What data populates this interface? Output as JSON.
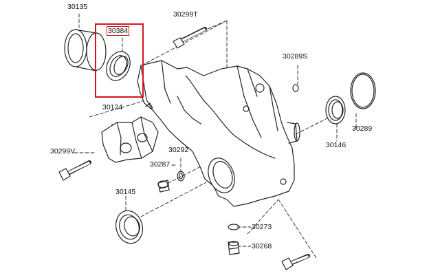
{
  "diagram": {
    "labels": {
      "p30135": "30135",
      "p30384": "30384",
      "p30299T": "30299T",
      "p30289S": "30289S",
      "p30124": "30124",
      "p30289": "30289",
      "p30146": "30146",
      "p30299V": "30299V",
      "p30292": "30292",
      "p30287": "30287",
      "p30145": "30145",
      "p30273": "30273",
      "p30268": "30268"
    },
    "highlight_color": "#d7141a",
    "line_color": "#222222"
  }
}
